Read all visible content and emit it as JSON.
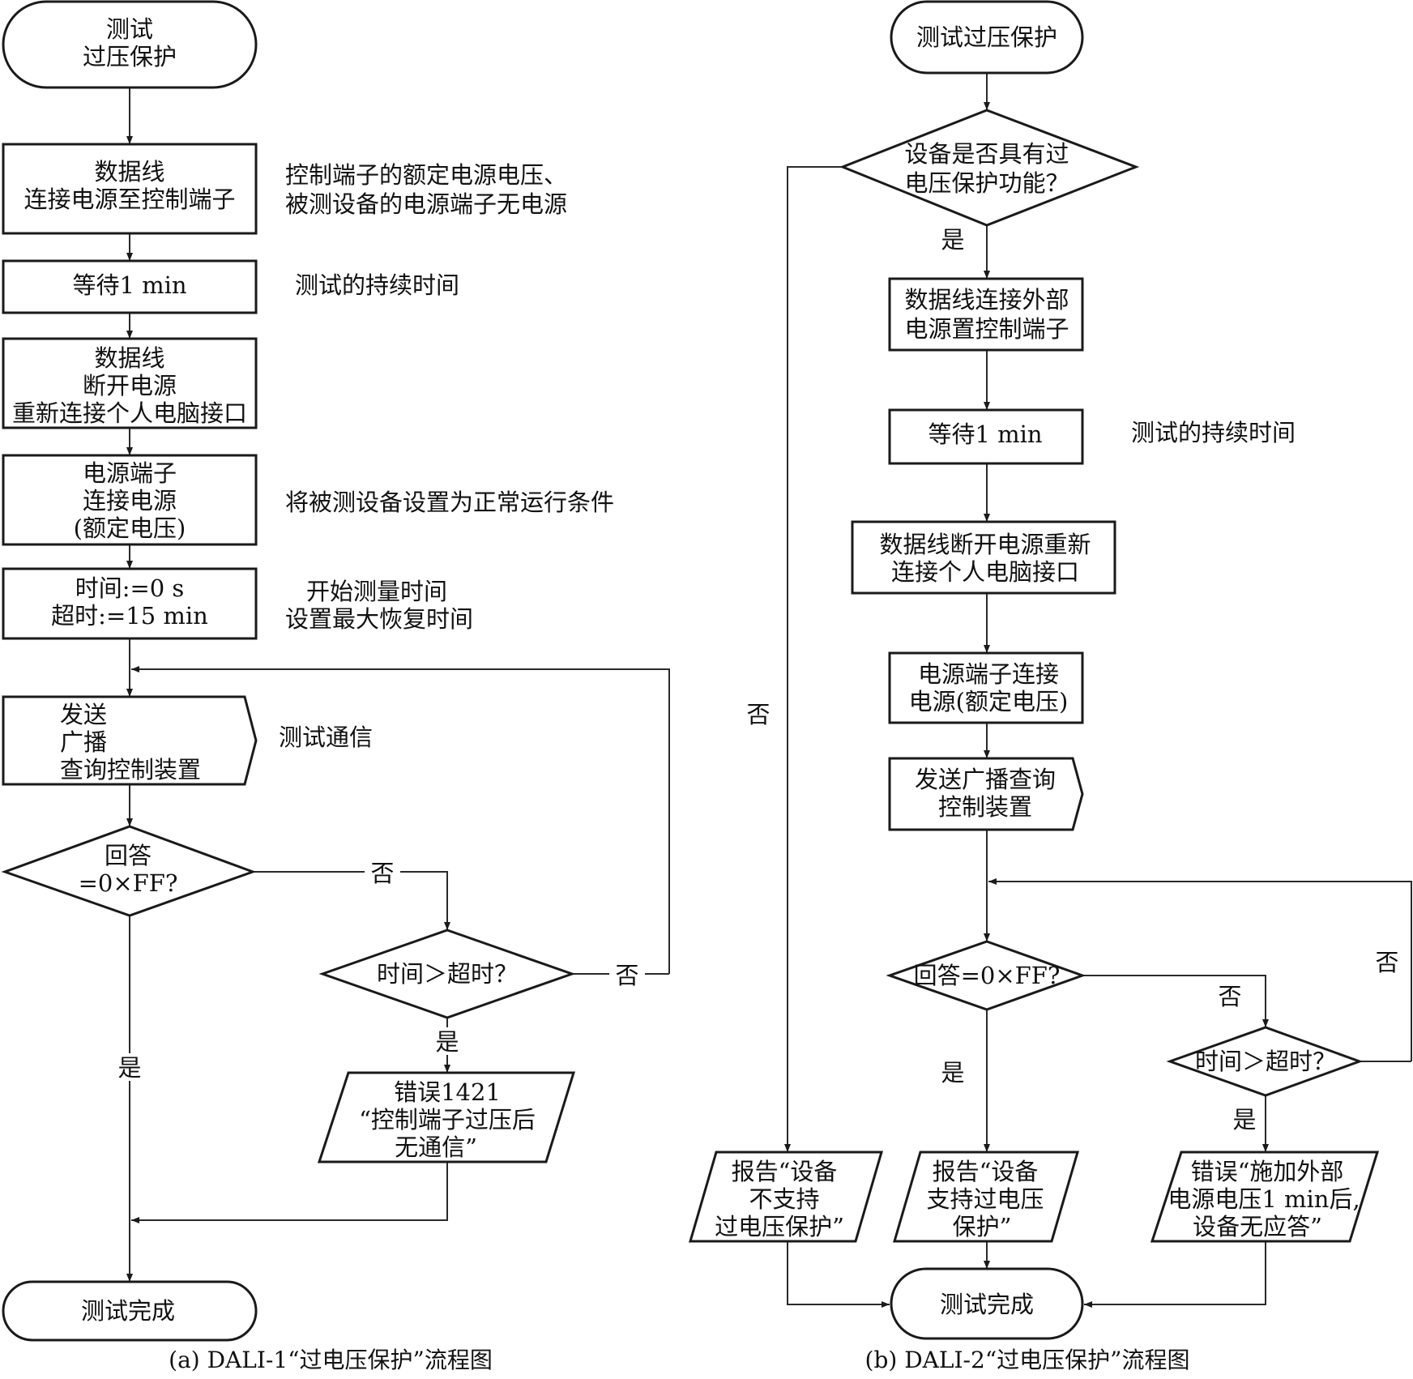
{
  "figure_a": {
    "start": [
      "测试",
      "过压保护"
    ],
    "step1": [
      "数据线",
      "连接电源至控制端子"
    ],
    "note1": [
      "控制端子的额定电源电压、",
      "被测设备的电源端子无电源"
    ],
    "wait": "等待1 min",
    "note_wait": "测试的持续时间",
    "step3": [
      "数据线",
      "断开电源",
      "重新连接个人电脑接口"
    ],
    "step4": [
      "电源端子",
      "连接电源",
      "(额定电压)"
    ],
    "note4": "将被测设备设置为正常运行条件",
    "step5": [
      "时间:=0 s",
      "超时:=15 min"
    ],
    "note5": [
      "开始测量时间",
      "设置最大恢复时间"
    ],
    "send": [
      "发送",
      "广播",
      "查询控制装置"
    ],
    "note_send": "测试通信",
    "decision_answer": [
      "回答",
      "=0×FF?"
    ],
    "decision_time": "时间＞超时？",
    "error": [
      "错误1421",
      "“控制端子过压后",
      "无通信”"
    ],
    "end": "测试完成",
    "label_no": "否",
    "label_yes": "是",
    "caption": "(a) DALI-1“过电压保护”流程图"
  },
  "figure_b": {
    "start": "测试过压保护",
    "decision_support": [
      "设备是否具有过",
      "电压保护功能？"
    ],
    "step1": [
      "数据线连接外部",
      "电源置控制端子"
    ],
    "wait": "等待1 min",
    "note_wait": "测试的持续时间",
    "step3": [
      "数据线断开电源重新",
      "连接个人电脑接口"
    ],
    "step4": [
      "电源端子连接",
      "电源(额定电压)"
    ],
    "send": [
      "发送广播查询",
      "控制装置"
    ],
    "decision_answer": "回答=0×FF?",
    "decision_time": "时间＞超时？",
    "report_unsupported": [
      "报告“设备",
      "不支持",
      "过电压保护”"
    ],
    "report_supported": [
      "报告“设备",
      "支持过电压",
      "保护”"
    ],
    "error": [
      "错误“施加外部",
      "电源电压1 min后,",
      "设备无应答”"
    ],
    "end": "测试完成",
    "label_no": "否",
    "label_yes": "是",
    "caption": "(b) DALI-2“过电压保护”流程图"
  }
}
